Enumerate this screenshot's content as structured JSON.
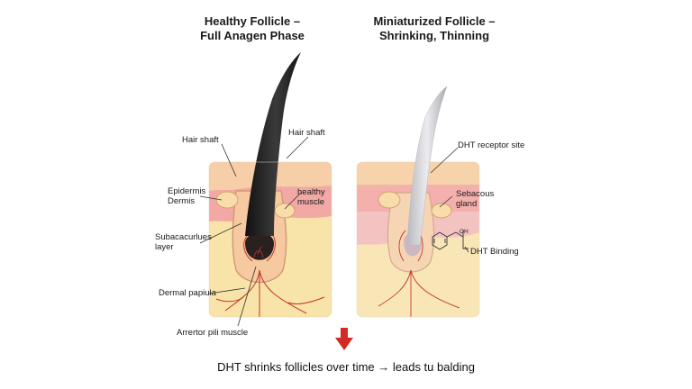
{
  "left_panel": {
    "title_line1": "Healthy Follicle –",
    "title_line2": "Full Anagen Phase",
    "labels": {
      "hair_shaft_left": "Hair shaft",
      "hair_shaft_right": "Hair shaft",
      "epidermis": "Epidermis",
      "dermis": "Dermis",
      "healthy_line1": "healthy",
      "healthy_line2": "muscle",
      "subcut_line1": "Subacacurlues",
      "subcut_line2": "layer",
      "dermal_papilla": "Dermal papiula",
      "arrector": "Arrertor pili muscle"
    }
  },
  "right_panel": {
    "title_line1": "Miniaturized Follicle –",
    "title_line2": "Shrinking, Thinning",
    "labels": {
      "dht_receptor": "DHT receptor site",
      "sebaceous_line1": "Sebacous",
      "sebaceous_line2": "gland",
      "dht_binding": "DHT Binding",
      "oh_group": "OH"
    }
  },
  "caption": "DHT shrinks follicles over time → leads tu balding",
  "colors": {
    "epidermis": "#f6cfa8",
    "dermis": "#f2a8a4",
    "subcutaneous": "#f8e3a8",
    "hair_dark": "#2a2a2a",
    "hair_light": "#c8c8cc",
    "vessel": "#c0392b",
    "arrow": "#d22b26"
  }
}
